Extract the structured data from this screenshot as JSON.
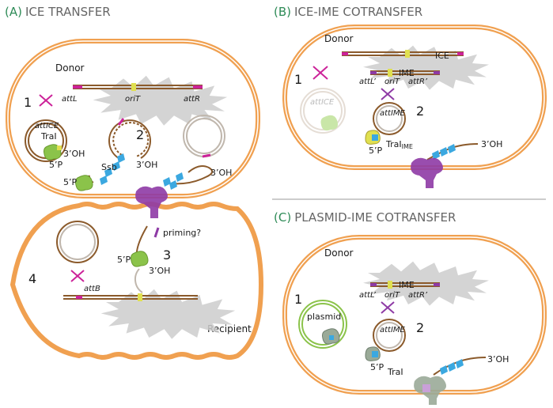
{
  "panels": {
    "a": {
      "letter": "(A)",
      "title": "ICE TRANSFER",
      "donor": "Donor",
      "recipient": "Recipient",
      "chrom_labels": {
        "attL": "attL",
        "oriT": "oriT",
        "attR": "attR",
        "attB": "attB"
      },
      "circle_label_att": "att",
      "circle_label_ice": "ICE",
      "tral": "TraI",
      "oh": "3’OH",
      "p": "5’P",
      "ssb": "Ssb",
      "priming": "priming?",
      "steps": [
        "1",
        "2",
        "3",
        "4"
      ]
    },
    "b": {
      "letter": "(B)",
      "title": "ICE-IME COTRANSFER",
      "donor": "Donor",
      "ice": "ICE",
      "ime": "IME",
      "labels": {
        "attL": "attL’",
        "oriT": "oriT",
        "attR": "attR’"
      },
      "att_ice_a": "att",
      "att_ice_b": "ICE",
      "att_ime_a": "att",
      "att_ime_b": "IME",
      "tral": "TraI",
      "tral_sub": "IME",
      "p": "5’P",
      "oh": "3’OH",
      "steps": [
        "1",
        "2"
      ]
    },
    "c": {
      "letter": "(C)",
      "title": "PLASMID-IME COTRANSFER",
      "donor": "Donor",
      "ime": "IME",
      "labels": {
        "attL": "attL’",
        "oriT": "oriT",
        "attR": "attR’"
      },
      "plasmid": "plasmid",
      "att_ime_a": "att",
      "att_ime_b": "IME",
      "p": "5’P",
      "tral": "TraI",
      "oh": "3’OH",
      "steps": [
        "1",
        "2"
      ]
    }
  },
  "colors": {
    "membrane": "#f0a050",
    "dna": "#8b5a2b",
    "magenta": "#cc2299",
    "yellow": "#e0e050",
    "relaxase": "#8bc34a",
    "ssb": "#3ba8e0",
    "pore": "#8e3aa5",
    "nucleoid": "#cccccc",
    "title": "#666666",
    "title_letter": "#2e8b57",
    "plasmid": "#8bc34a"
  }
}
